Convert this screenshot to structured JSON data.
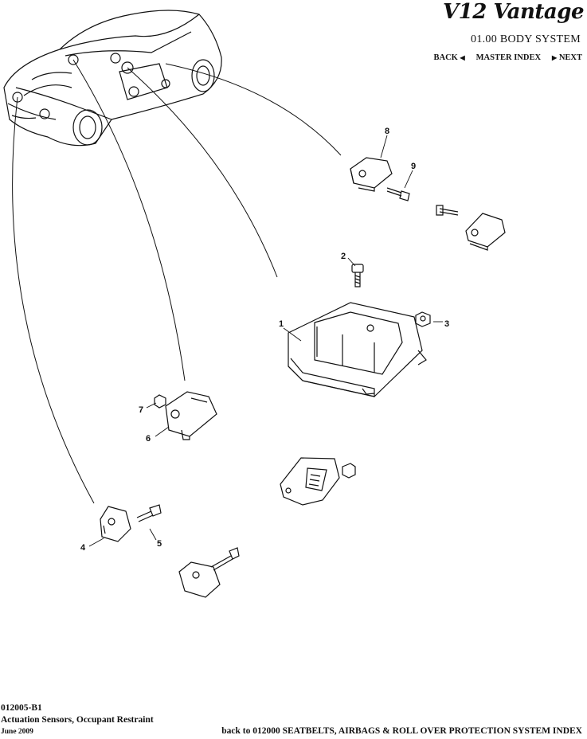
{
  "header": {
    "brand": "V12 Vantage",
    "section": "01.00 BODY SYSTEM",
    "nav": {
      "back": "BACK",
      "master_index": "MASTER INDEX",
      "next": "NEXT"
    }
  },
  "callouts": [
    {
      "id": "1",
      "label": "1"
    },
    {
      "id": "2",
      "label": "2"
    },
    {
      "id": "3",
      "label": "3"
    },
    {
      "id": "4",
      "label": "4"
    },
    {
      "id": "5",
      "label": "5"
    },
    {
      "id": "6",
      "label": "6"
    },
    {
      "id": "7",
      "label": "7"
    },
    {
      "id": "8",
      "label": "8"
    },
    {
      "id": "9",
      "label": "9"
    }
  ],
  "footer": {
    "code": "012005-B1",
    "title": "Actuation Sensors, Occupant Restraint",
    "date": "June 2009",
    "back_link": "back to 012000 SEATBELTS, AIRBAGS & ROLL OVER PROTECTION SYSTEM INDEX"
  }
}
